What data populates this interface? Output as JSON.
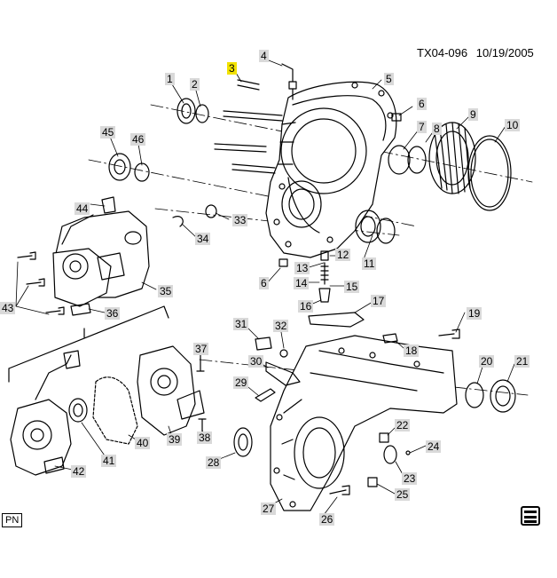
{
  "header": {
    "drawing_id": "TX04-096",
    "date": "10/19/2005"
  },
  "footer": {
    "pn": "PN"
  },
  "labels": {
    "l1": "1",
    "l2": "2",
    "l3": "3",
    "l4": "4",
    "l5": "5",
    "l6": "6",
    "l6b": "6",
    "l7": "7",
    "l8": "8",
    "l9": "9",
    "l10": "10",
    "l11": "11",
    "l12": "12",
    "l13": "13",
    "l14": "14",
    "l15": "15",
    "l16": "16",
    "l17": "17",
    "l18": "18",
    "l19": "19",
    "l20": "20",
    "l21": "21",
    "l22": "22",
    "l23": "23",
    "l24": "24",
    "l25": "25",
    "l26": "26",
    "l27": "27",
    "l28": "28",
    "l29": "29",
    "l30": "30",
    "l31": "31",
    "l32": "32",
    "l33": "33",
    "l34": "34",
    "l35": "35",
    "l36": "36",
    "l37": "37",
    "l38": "38",
    "l39": "39",
    "l40": "40",
    "l41": "41",
    "l42": "42",
    "l43": "43",
    "l44": "44",
    "l45": "45",
    "l46": "46"
  },
  "colors": {
    "line": "#000000",
    "label_bg": "#d9d9d9",
    "highlight": "#f2e200"
  }
}
